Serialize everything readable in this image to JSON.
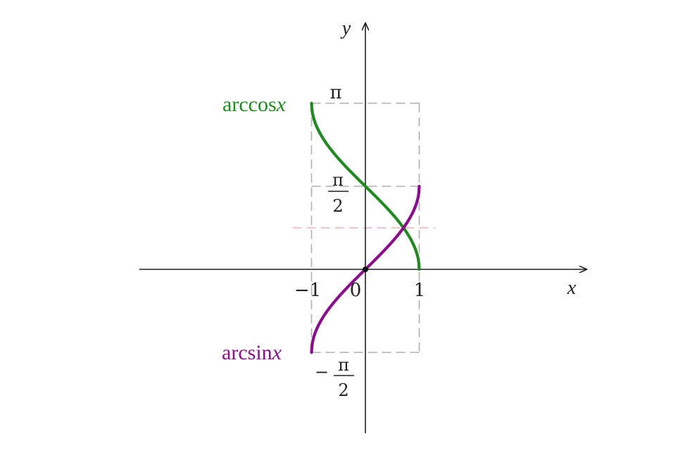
{
  "chart_data": {
    "type": "line",
    "title": "",
    "xlabel": "x",
    "ylabel": "y",
    "xlim": [
      -4.2,
      4.1
    ],
    "ylim": [
      -3.1,
      4.65
    ],
    "grid": false,
    "legend": "none",
    "x_ticks": [
      {
        "value": -1,
        "label": "−1"
      },
      {
        "value": 0,
        "label": "0"
      },
      {
        "value": 1,
        "label": "1"
      }
    ],
    "y_ticks": [
      {
        "value": 3.14159,
        "label": "π"
      },
      {
        "value": 1.5708,
        "num": "π",
        "den": "2"
      },
      {
        "value": -1.5708,
        "sign": "−",
        "num": "π",
        "den": "2"
      }
    ],
    "series": [
      {
        "name": "arccos",
        "name_var": "x",
        "color": "#1f8a1f",
        "x": [
          -1,
          -0.75,
          -0.5,
          -0.25,
          0,
          0.25,
          0.5,
          0.75,
          1
        ],
        "y": [
          3.1416,
          2.4189,
          2.0944,
          1.8235,
          1.5708,
          1.3181,
          1.0472,
          0.7227,
          0
        ]
      },
      {
        "name": "arcsin",
        "name_var": "x",
        "color": "#8b0d8b",
        "x": [
          -1,
          -0.75,
          -0.5,
          -0.25,
          0,
          0.25,
          0.5,
          0.75,
          1
        ],
        "y": [
          -1.5708,
          -0.8481,
          -0.5236,
          -0.2527,
          0,
          0.2527,
          0.5236,
          0.8481,
          1.5708
        ]
      }
    ],
    "reference_lines": {
      "color_dashed": "#b0b0b0",
      "color_intersection": "#f5b8b8",
      "intersection_y": 0.7854
    },
    "origin_marker": {
      "x": 0,
      "y": 0
    }
  }
}
